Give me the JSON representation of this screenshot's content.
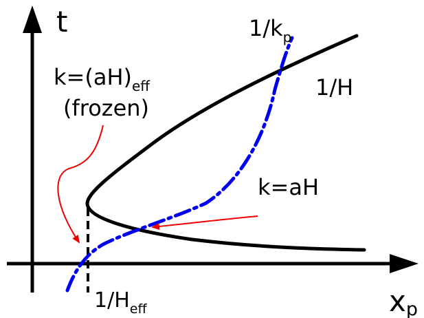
{
  "labels": {
    "t_axis": "t",
    "x_axis_main": "x",
    "x_axis_sub": "p",
    "inv_kp_main": "1/k",
    "inv_kp_sub": "p",
    "inv_h": "1/H",
    "k_eff_main": "k=(aH)",
    "k_eff_sub": "eff",
    "frozen": "(frozen)",
    "k_ah": "k=aH",
    "inv_heff_main": "1/H",
    "inv_heff_sub": "eff"
  },
  "colors": {
    "axes": "#000000",
    "horizon_curve": "#000000",
    "mode_curve": "#0000ee",
    "arrows": "#ee0000",
    "dashed_marker": "#000000"
  }
}
